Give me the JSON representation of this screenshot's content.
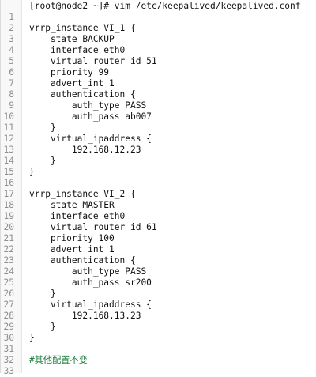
{
  "editor": {
    "lines": [
      {
        "num": "",
        "text": "[root@node2 ~]# vim /etc/keepalived/keepalived.conf",
        "type": "command"
      },
      {
        "num": "1",
        "text": "",
        "type": "code"
      },
      {
        "num": "2",
        "text": "vrrp_instance VI_1 {",
        "type": "code"
      },
      {
        "num": "3",
        "text": "    state BACKUP",
        "type": "code"
      },
      {
        "num": "4",
        "text": "    interface eth0",
        "type": "code"
      },
      {
        "num": "5",
        "text": "    virtual_router_id 51",
        "type": "code"
      },
      {
        "num": "6",
        "text": "    priority 99",
        "type": "code"
      },
      {
        "num": "7",
        "text": "    advert_int 1",
        "type": "code"
      },
      {
        "num": "8",
        "text": "    authentication {",
        "type": "code"
      },
      {
        "num": "9",
        "text": "        auth_type PASS",
        "type": "code"
      },
      {
        "num": "10",
        "text": "        auth_pass ab007",
        "type": "code"
      },
      {
        "num": "11",
        "text": "    }",
        "type": "code"
      },
      {
        "num": "12",
        "text": "    virtual_ipaddress {",
        "type": "code"
      },
      {
        "num": "13",
        "text": "        192.168.12.23",
        "type": "code"
      },
      {
        "num": "14",
        "text": "    }",
        "type": "code"
      },
      {
        "num": "15",
        "text": "}",
        "type": "code"
      },
      {
        "num": "16",
        "text": "",
        "type": "code"
      },
      {
        "num": "17",
        "text": "vrrp_instance VI_2 {",
        "type": "code"
      },
      {
        "num": "18",
        "text": "    state MASTER",
        "type": "code"
      },
      {
        "num": "19",
        "text": "    interface eth0",
        "type": "code"
      },
      {
        "num": "20",
        "text": "    virtual_router_id 61",
        "type": "code"
      },
      {
        "num": "21",
        "text": "    priority 100",
        "type": "code"
      },
      {
        "num": "22",
        "text": "    advert_int 1",
        "type": "code"
      },
      {
        "num": "23",
        "text": "    authentication {",
        "type": "code"
      },
      {
        "num": "24",
        "text": "        auth_type PASS",
        "type": "code"
      },
      {
        "num": "25",
        "text": "        auth_pass sr200",
        "type": "code"
      },
      {
        "num": "26",
        "text": "    }",
        "type": "code"
      },
      {
        "num": "27",
        "text": "    virtual_ipaddress {",
        "type": "code"
      },
      {
        "num": "28",
        "text": "        192.168.13.23",
        "type": "code"
      },
      {
        "num": "29",
        "text": "    }",
        "type": "code"
      },
      {
        "num": "30",
        "text": "}",
        "type": "code"
      },
      {
        "num": "31",
        "text": "",
        "type": "code"
      },
      {
        "num": "32",
        "text": "#其他配置不变",
        "type": "comment"
      },
      {
        "num": "33",
        "text": "",
        "type": "code"
      }
    ]
  }
}
